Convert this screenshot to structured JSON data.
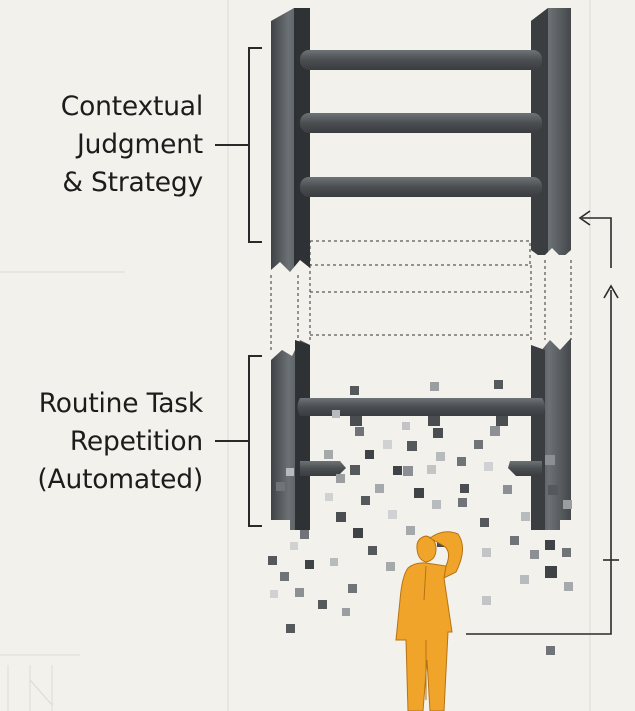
{
  "labels": {
    "upper": {
      "lines": [
        "Contextual",
        "Judgment",
        "& Strategy"
      ]
    },
    "lower": {
      "lines": [
        "Routine Task",
        "Repetition",
        "(Automated)"
      ]
    }
  },
  "colors": {
    "background": "#f2f1ec",
    "rail_dark": "#4b4f52",
    "rail_mid": "#6b7074",
    "rung": "#505457",
    "person": "#f0a52a",
    "ink": "#1c1c1c"
  },
  "icons": [
    "ladder-illustration",
    "person-figure",
    "upward-arrow-icon",
    "bracket-icon"
  ]
}
